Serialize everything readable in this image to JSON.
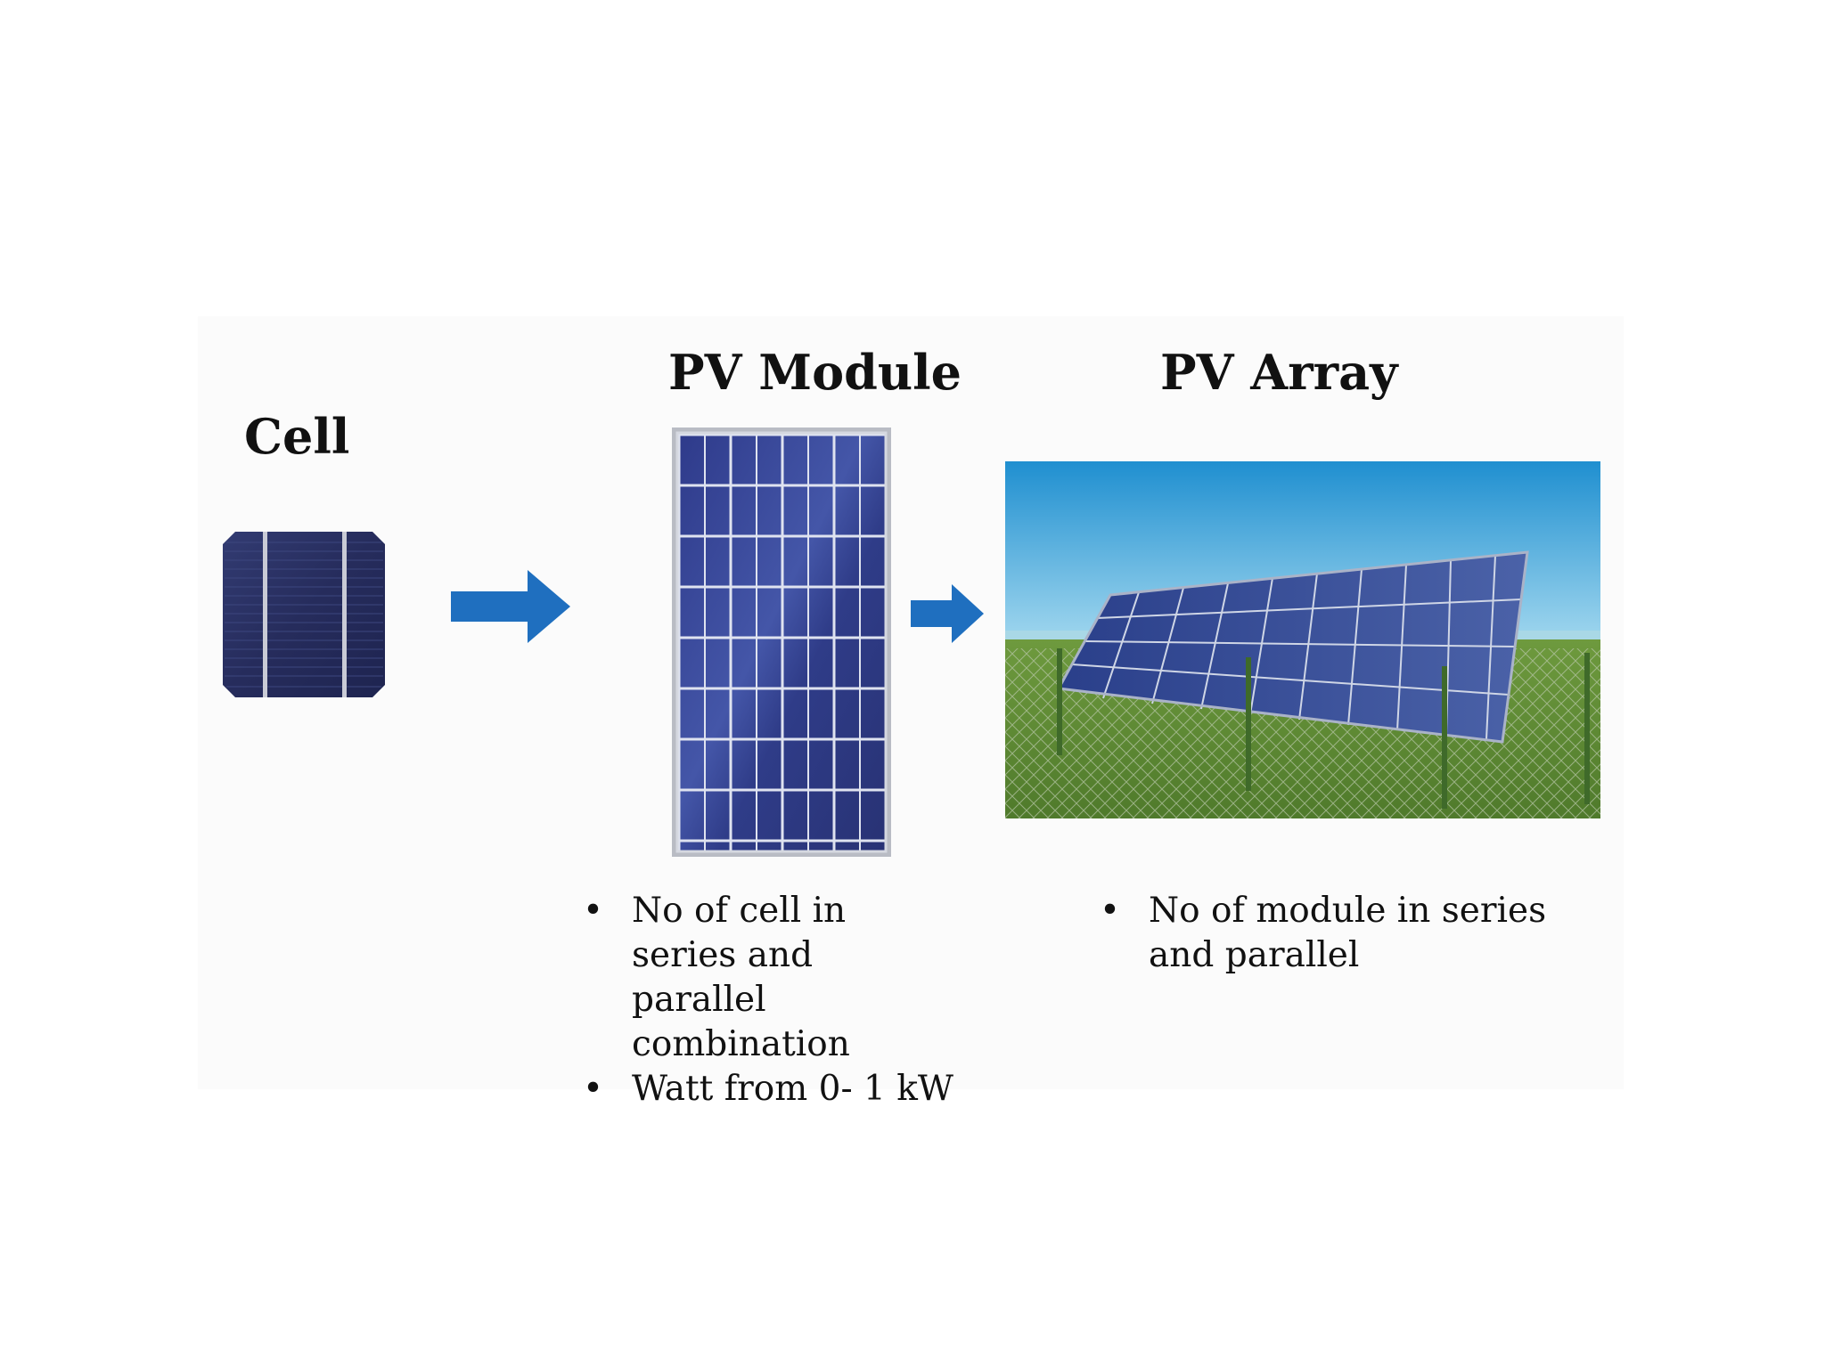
{
  "titles": {
    "cell": "Cell",
    "module": "PV Module",
    "array": "PV Array"
  },
  "module_bullets": [
    "No of cell in series and parallel combination",
    "Watt from 0- 1 kW"
  ],
  "array_bullets": [
    "No of module in series and parallel"
  ],
  "bullet_symbol": "•",
  "colors": {
    "arrow": "#1f6fbf",
    "cell_blue": "#2b3468",
    "sky": "#38a6de",
    "grass": "#5f8d39"
  },
  "icons": {
    "flow_arrow": "right-arrow-icon"
  }
}
